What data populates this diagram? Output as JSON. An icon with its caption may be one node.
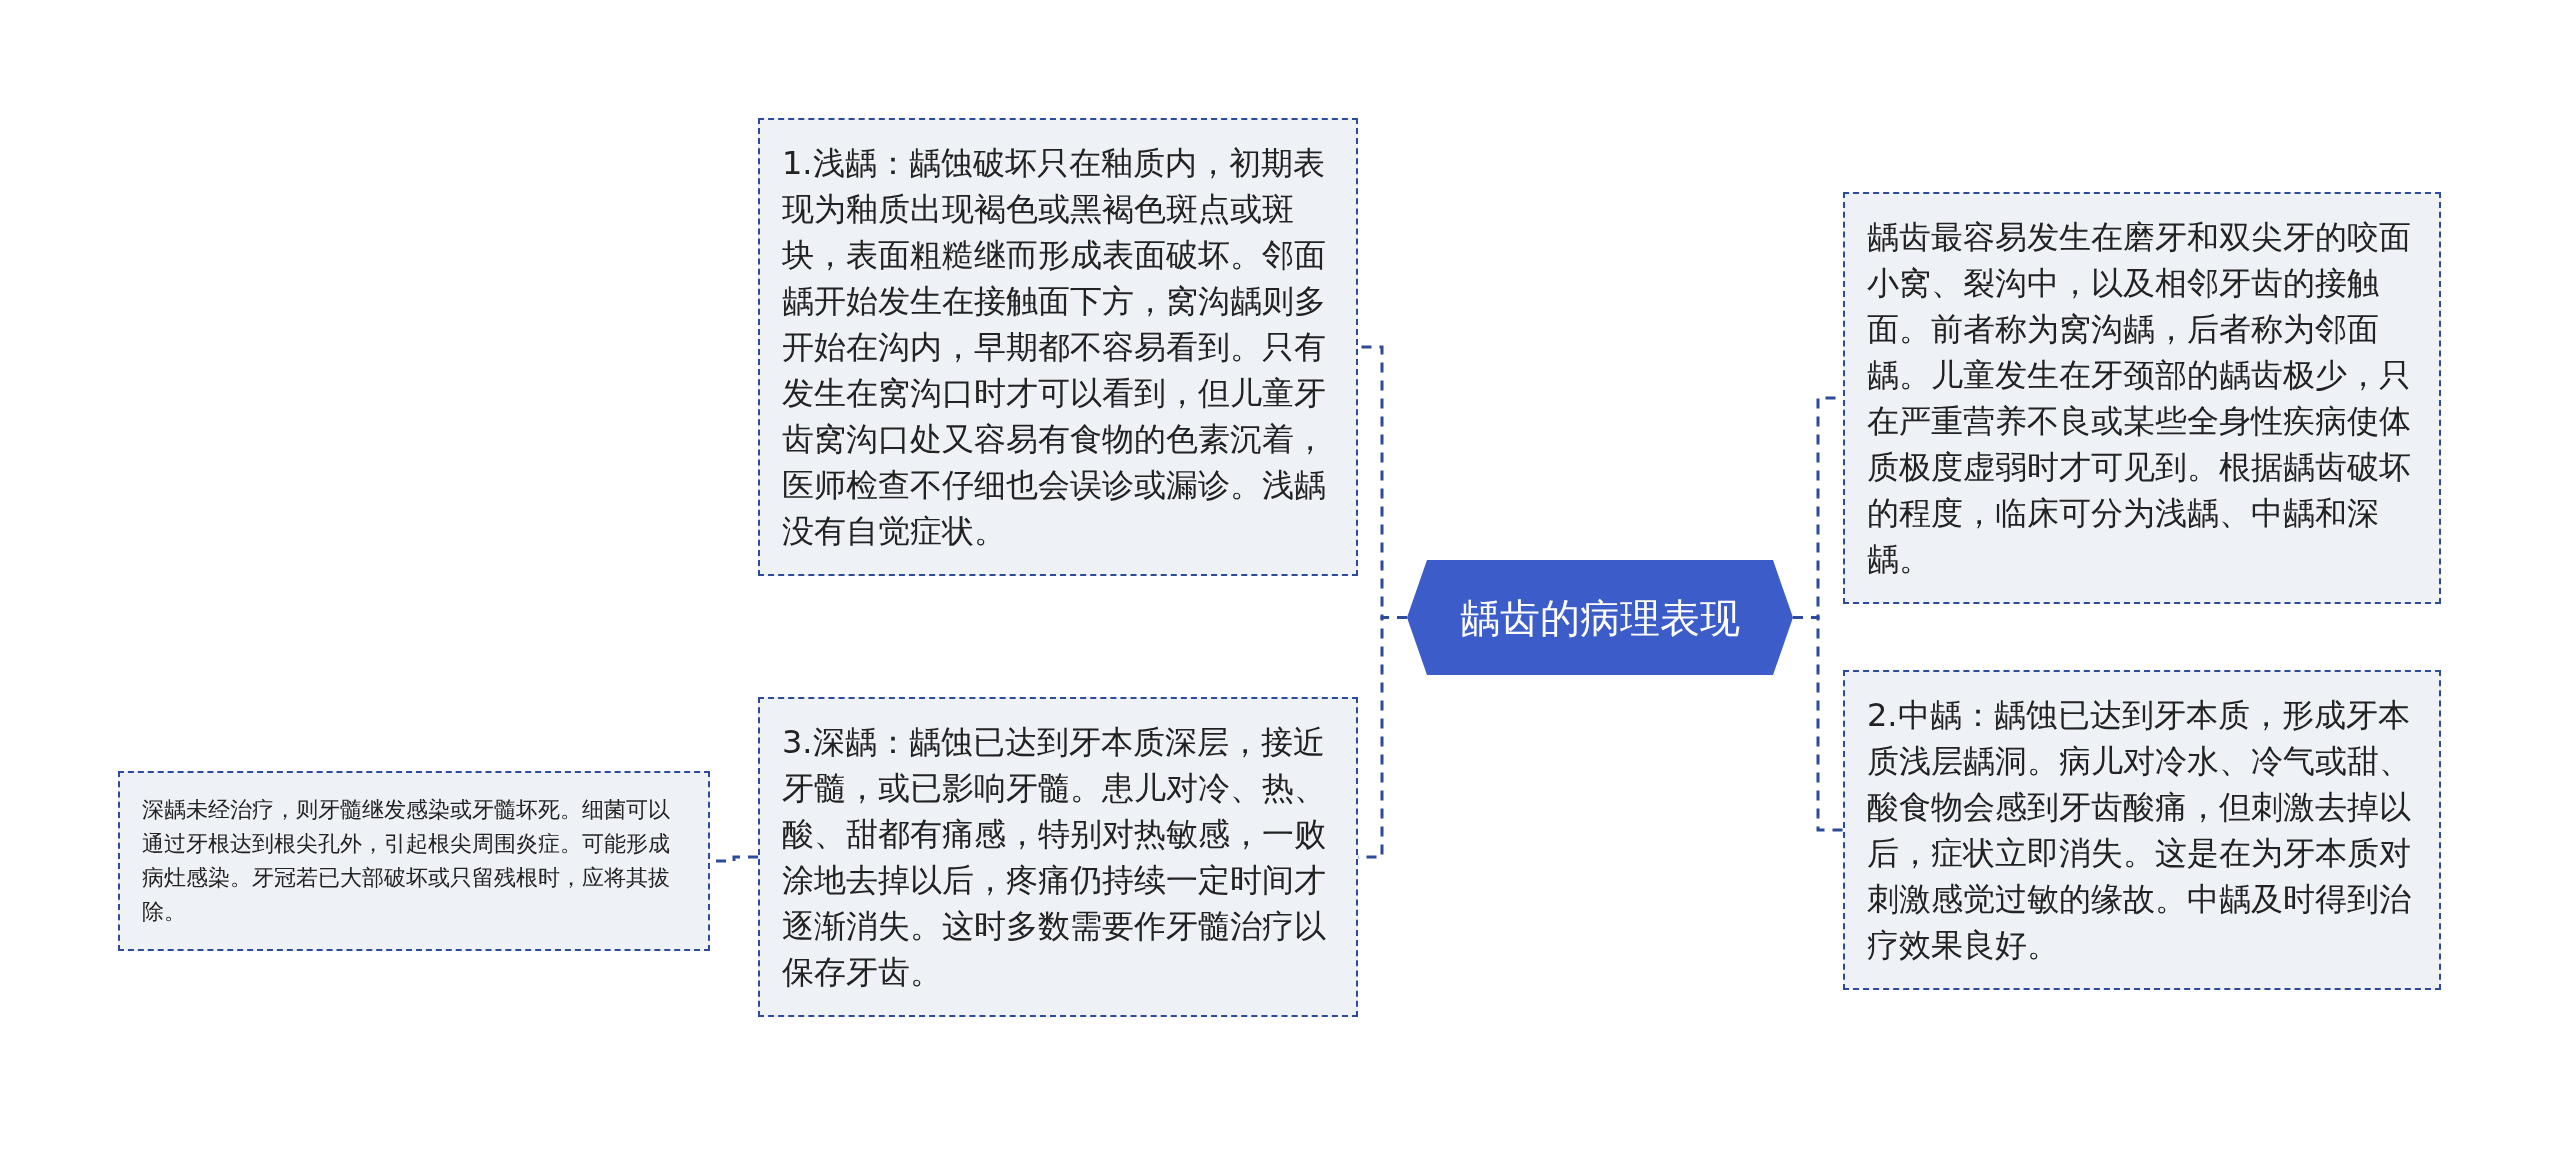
{
  "diagram": {
    "nodes": [
      {
        "text": [
          "龋齿的病理表现"
        ]
      },
      {
        "text": [
          "1.浅龋：龋蚀破坏只在釉质内，初期表现为釉质出现褐色或黑褐色斑点或斑块，表面粗糙继而形成表面破坏。邻面龋开始发生在接触面下方，窝沟龋则多开始在沟内，早期都不容易看到。只有发生在窝沟口时才可以看到，但儿童牙齿窝沟口处又容易有食物的色素沉着，医师检查不仔细也会误诊或漏诊。浅龋没有自觉症状。"
        ]
      },
      {
        "text": [
          "3.深龋：龋蚀已达到牙本质深层，接近牙髓，或已影响牙髓。患儿对冷、热、酸、甜都有痛感，特别对热敏感，一败涂地去掉以后，疼痛仍持续一定时间才逐渐消失。这时多数需要作牙髓治疗以保存牙齿。"
        ]
      },
      {
        "text": [
          "深龋未经治疗，则牙髓继发感染或牙髓坏死。细菌可以通过牙根达到根尖孔外，引起根尖周围炎症。可能形成病灶感染。牙冠若已大部破坏或只留残根时，应将其拔除。"
        ]
      },
      {
        "text": [
          "龋齿最容易发生在磨牙和双尖牙的咬面小窝、裂沟中，以及相邻牙齿的接触面。前者称为窝沟龋，后者称为邻面龋。儿童发生在牙颈部的龋齿极少，只在严重营养不良或某些全身性疾病使体质极度虚弱时才可见到。根据龋齿破坏的程度，临床可分为浅龋、中龋和深龋。"
        ]
      },
      {
        "text": [
          "2.中龋：龋蚀已达到牙本质，形成牙本质浅层龋洞。病儿对冷水、冷气或甜、酸食物会感到牙齿酸痛，但刺激去掉以后，症状立即消失。这是在为牙本质对刺激感觉过敏的缘故。中龋及时得到治疗效果良好。"
        ]
      }
    ],
    "edges": [
      {
        "from": 0,
        "to": 1,
        "arrow": "none"
      },
      {
        "from": 0,
        "to": 2,
        "arrow": "none"
      },
      {
        "from": 2,
        "to": 3,
        "arrow": "none"
      },
      {
        "from": 0,
        "to": 4,
        "arrow": "none"
      },
      {
        "from": 0,
        "to": 5,
        "arrow": "none"
      }
    ]
  }
}
